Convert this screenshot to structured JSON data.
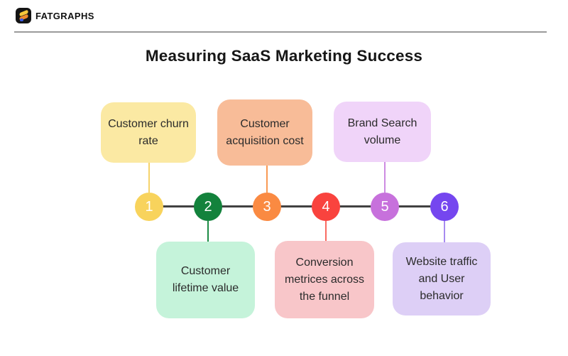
{
  "header": {
    "brand": "FATGRAPHS",
    "divider_color": "#9B9B9B",
    "logo": {
      "bar_top_color": "#F6C83B",
      "bar_bottom_color": "#EF8A2B",
      "dot_color": "#3C5BE4",
      "tile_color": "#141414"
    }
  },
  "title": "Measuring SaaS Marketing Success",
  "timeline": {
    "line_color": "#414141",
    "steps": [
      {
        "number": "1",
        "label": "Customer churn rate",
        "side": "top",
        "circle_color": "#F8D35C",
        "box_color": "#FBE9A3",
        "connector_color": "#F6D36B"
      },
      {
        "number": "2",
        "label": "Customer lifetime value",
        "side": "bottom",
        "circle_color": "#13823C",
        "box_color": "#C5F3DA",
        "connector_color": "#1D8B45"
      },
      {
        "number": "3",
        "label": "Customer acquisition cost",
        "side": "top",
        "circle_color": "#FA8A42",
        "box_color": "#F8BC98",
        "connector_color": "#F99A54"
      },
      {
        "number": "4",
        "label": "Conversion metrices across the funnel",
        "side": "bottom",
        "circle_color": "#F9433E",
        "box_color": "#F8C6C9",
        "connector_color": "#F96B62"
      },
      {
        "number": "5",
        "label": "Brand Search volume",
        "side": "top",
        "circle_color": "#C771DC",
        "box_color": "#F0D4F9",
        "connector_color": "#CD8BE2"
      },
      {
        "number": "6",
        "label": "Website traffic and User behavior",
        "side": "bottom",
        "circle_color": "#7546EF",
        "box_color": "#DDCFF6",
        "connector_color": "#A78BF0"
      }
    ]
  }
}
